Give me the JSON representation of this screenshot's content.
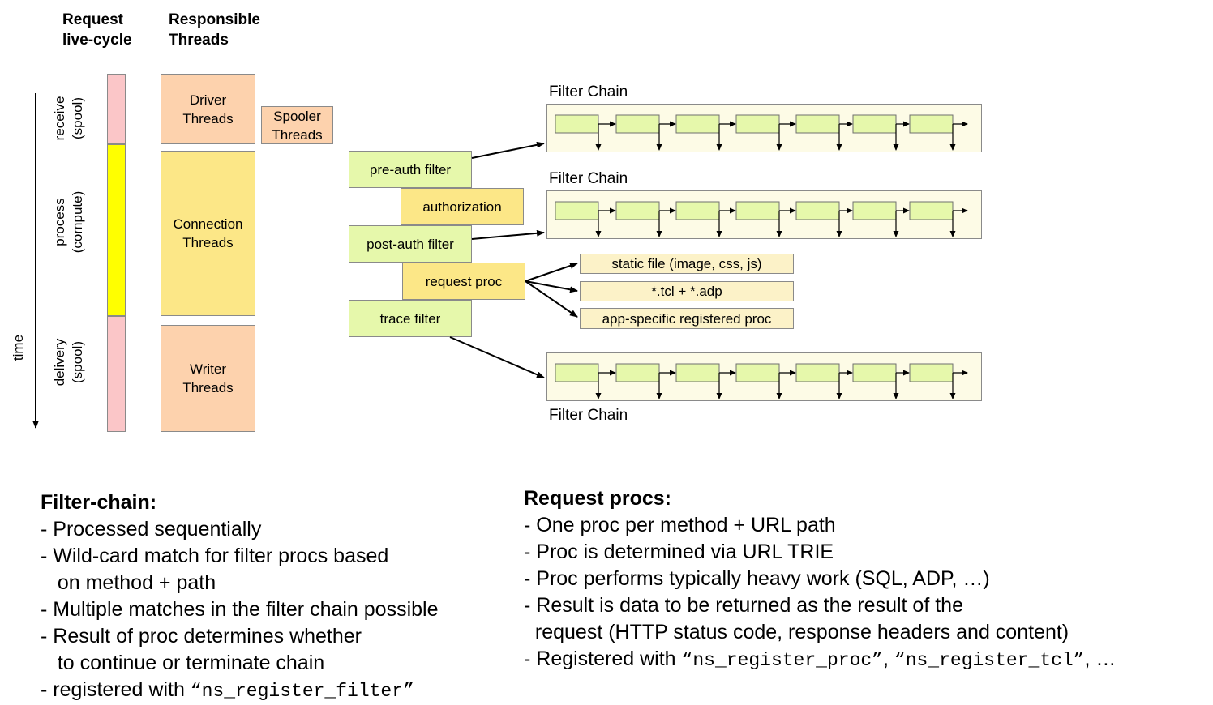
{
  "headers": {
    "lifecycle_line1": "Request",
    "lifecycle_line2": "live-cycle",
    "threads_line1": "Responsible",
    "threads_line2": "Threads"
  },
  "time_label": "time",
  "phases": {
    "receive_line1": "receive",
    "receive_line2": "(spool)",
    "process_line1": "process",
    "process_line2": "(compute)",
    "delivery_line1": "delivery",
    "delivery_line2": "(spool)"
  },
  "colors": {
    "pink": "#fbc6c8",
    "yellow": "#ffff00",
    "peach": "#fdd2ad",
    "thread_yellow": "#fce787",
    "green": "#e6f8ab",
    "light_yellow": "#fcf2c8"
  },
  "threads": {
    "driver_line1": "Driver",
    "driver_line2": "Threads",
    "spooler_line1": "Spooler",
    "spooler_line2": "Threads",
    "connection_line1": "Connection",
    "connection_line2": "Threads",
    "writer_line1": "Writer",
    "writer_line2": "Threads"
  },
  "stages": {
    "pre_auth": "pre-auth filter",
    "authorization": "authorization",
    "post_auth": "post-auth filter",
    "request_proc": "request proc",
    "trace": "trace filter"
  },
  "handlers": {
    "static": "static file (image, css, js)",
    "tcl": "*.tcl + *.adp",
    "app": "app-specific registered proc"
  },
  "filter_chain_label": "Filter Chain",
  "filter_chain": {
    "title": "Filter-chain:",
    "items": [
      "- Processed sequentially",
      "- Wild-card match for filter procs based",
      "   on method + path",
      "- Multiple matches in the filter chain possible",
      "- Result of proc determines whether",
      "   to continue or terminate chain"
    ],
    "last_prefix": "- registered with ",
    "last_code": "“ns_register_filter”"
  },
  "request_procs": {
    "title": "Request procs:",
    "items": [
      "- One proc per method + URL path",
      "- Proc is determined via URL TRIE",
      "- Proc performs typically heavy work (SQL, ADP, …)",
      "- Result is data to be returned as the result of the",
      "  request (HTTP status code, response headers and content)"
    ],
    "last_prefix": "- Registered with ",
    "last_code1": "“ns_register_proc”",
    "last_sep": ", ",
    "last_code2": "“ns_register_tcl”",
    "last_suffix": ", …"
  }
}
